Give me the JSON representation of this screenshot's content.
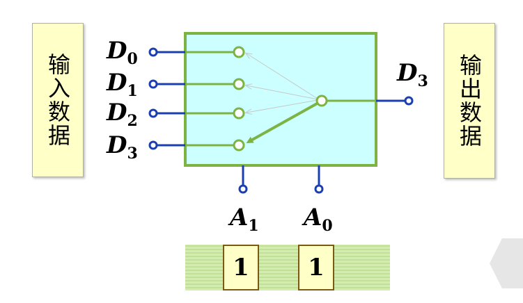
{
  "input_label": "输入数据",
  "output_label": "输出数据",
  "inputs": [
    {
      "name": "D",
      "sub": "0"
    },
    {
      "name": "D",
      "sub": "1"
    },
    {
      "name": "D",
      "sub": "2"
    },
    {
      "name": "D",
      "sub": "3"
    }
  ],
  "output": {
    "name": "D",
    "sub": "3"
  },
  "address": [
    {
      "name": "A",
      "sub": "1",
      "bit": "1"
    },
    {
      "name": "A",
      "sub": "0",
      "bit": "1"
    }
  ],
  "selected_input_index": 3,
  "colors": {
    "mux_fill": "#ccffff",
    "mux_border": "#7cb342",
    "wire": "#1a3fb0",
    "switch": "#7cb342",
    "label_fill": "#ffffc8"
  }
}
